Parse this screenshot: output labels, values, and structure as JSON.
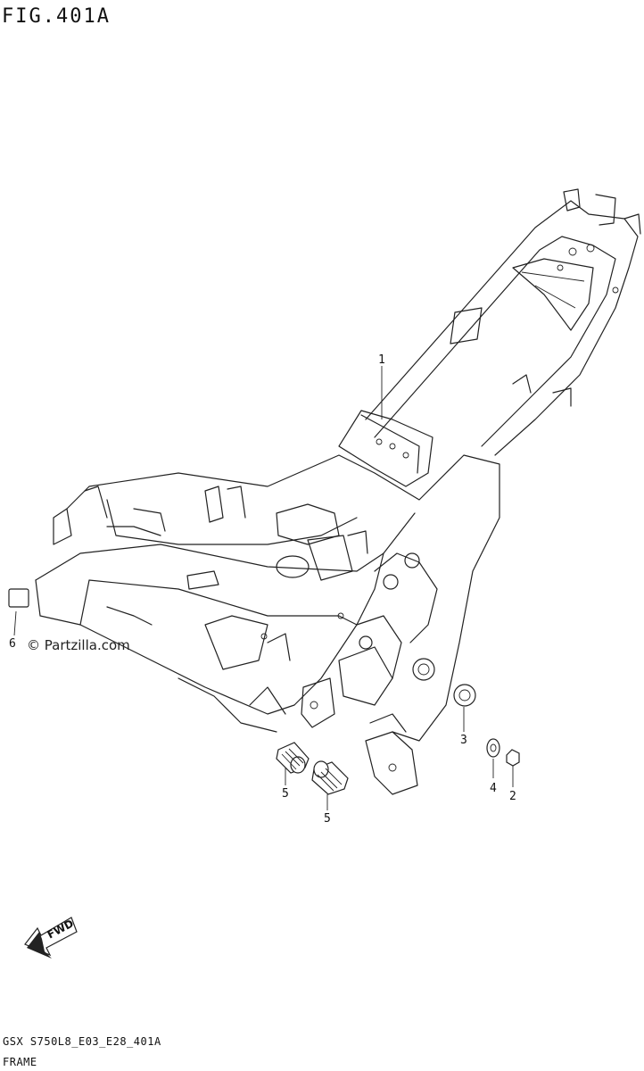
{
  "figure": {
    "title": "FIG.401A",
    "code": "GSX S750L8_E03_E28_401A",
    "caption": "FRAME",
    "watermark": "© Partzilla.com",
    "fwd_label": "FWD"
  },
  "callouts": [
    {
      "id": "1",
      "label": "1"
    },
    {
      "id": "2",
      "label": "2"
    },
    {
      "id": "3",
      "label": "3"
    },
    {
      "id": "4",
      "label": "4"
    },
    {
      "id": "5a",
      "label": "5"
    },
    {
      "id": "5b",
      "label": "5"
    },
    {
      "id": "6",
      "label": "6"
    }
  ]
}
